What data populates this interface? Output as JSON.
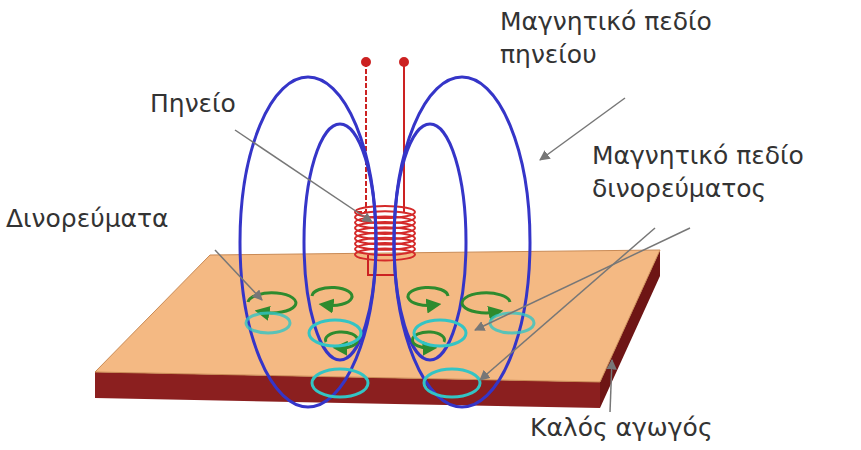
{
  "diagram": {
    "labels": [
      "Μαγνητικό πεδίο πηνείου",
      "Πηνείο",
      "Μαγνητικό πεδίο δινορεύματος",
      "Δινορεύματα",
      "Καλός αγωγός"
    ]
  }
}
